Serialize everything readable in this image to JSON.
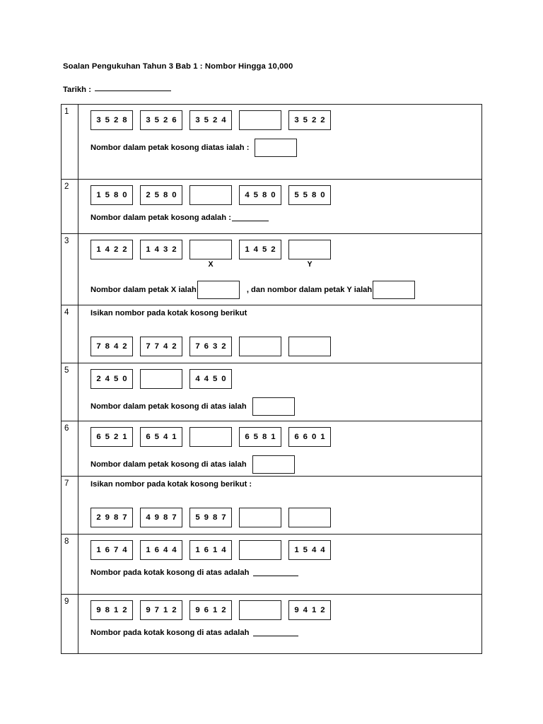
{
  "document": {
    "title": "Soalan Pengukuhan Tahun 3 Bab 1 : Nombor Hingga 10,000",
    "date_label": "Tarikh : ",
    "date_value": ""
  },
  "questions": [
    {
      "number": "1",
      "instruction": "",
      "sequence": [
        "3 5 2 8",
        "3 5 2 6",
        "3 5 2 4",
        "",
        "3 5 2 2"
      ],
      "labels": [],
      "prompt": "Nombor dalam petak kosong diatas ialah :",
      "answer_type": "box",
      "answer_value": ""
    },
    {
      "number": "2",
      "instruction": "",
      "sequence": [
        "1 5 8 0",
        "2 5 8 0",
        "",
        "4 5 8 0",
        "5 5 8 0"
      ],
      "labels": [],
      "prompt": "Nombor dalam petak kosong adalah :",
      "answer_type": "rule",
      "answer_value": ""
    },
    {
      "number": "3",
      "instruction": "",
      "sequence": [
        "1 4 2 2",
        "1 4 3 2",
        "",
        "1 4 5 2",
        ""
      ],
      "labels": [
        "",
        "",
        "X",
        "",
        "Y"
      ],
      "prompt": "Nombor dalam petak X ialah",
      "prompt2": ", dan nombor dalam petak Y ialah",
      "answer_type": "two-box",
      "answer_value": "",
      "answer_value2": ""
    },
    {
      "number": "4",
      "instruction": "Isikan nombor pada kotak kosong berikut",
      "sequence": [
        "7 8 4 2",
        "7 7 4 2",
        "7 6 3 2",
        "",
        ""
      ],
      "labels": [],
      "prompt": "",
      "answer_type": "none",
      "answer_value": ""
    },
    {
      "number": "5",
      "instruction": "",
      "sequence": [
        "2 4 5 0",
        "",
        "4 4 5 0"
      ],
      "labels": [],
      "prompt": "Nombor dalam petak kosong di atas ialah",
      "answer_type": "box",
      "answer_value": ""
    },
    {
      "number": "6",
      "instruction": "",
      "sequence": [
        "6 5 2 1",
        "6 5 4 1",
        "",
        "6 5 8 1",
        "6 6 0 1"
      ],
      "labels": [],
      "prompt": "Nombor dalam petak kosong di atas ialah",
      "answer_type": "box",
      "answer_value": ""
    },
    {
      "number": "7",
      "instruction": "Isikan nombor pada kotak kosong berikut :",
      "sequence": [
        "2 9 8 7",
        "4 9 8 7",
        "5 9 8 7",
        "",
        ""
      ],
      "labels": [],
      "prompt": "",
      "answer_type": "none",
      "answer_value": ""
    },
    {
      "number": "8",
      "instruction": "",
      "sequence": [
        "1 6 7 4",
        "1 6 4 4",
        "1 6 1 4",
        "",
        "1 5 4 4"
      ],
      "labels": [],
      "prompt": "Nombor pada kotak kosong di atas adalah",
      "answer_type": "rule-wide",
      "answer_value": ""
    },
    {
      "number": "9",
      "instruction": "",
      "sequence": [
        "9 8 1 2",
        "9 7 1 2",
        "9 6 1 2",
        "",
        "9 4 1 2"
      ],
      "labels": [],
      "prompt": "Nombor pada kotak kosong di atas adalah",
      "answer_type": "rule-wide",
      "answer_value": ""
    }
  ]
}
